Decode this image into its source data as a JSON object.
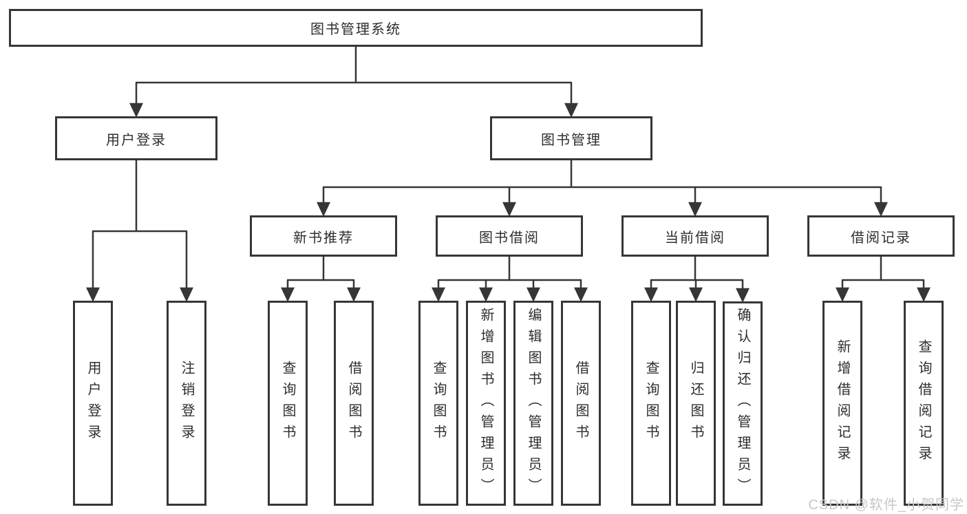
{
  "diagram_type": "hierarchy-tree",
  "tree": {
    "label": "图书管理系统",
    "children": [
      {
        "label": "用户登录",
        "children": [
          {
            "label": "用户登录"
          },
          {
            "label": "注销登录"
          }
        ]
      },
      {
        "label": "图书管理",
        "children": [
          {
            "label": "新书推荐",
            "children": [
              {
                "label": "查询图书"
              },
              {
                "label": "借阅图书"
              }
            ]
          },
          {
            "label": "图书借阅",
            "children": [
              {
                "label": "查询图书"
              },
              {
                "label": "新增图书（管理员）"
              },
              {
                "label": "编辑图书（管理员）"
              },
              {
                "label": "借阅图书"
              }
            ]
          },
          {
            "label": "当前借阅",
            "children": [
              {
                "label": "查询图书"
              },
              {
                "label": "归还图书"
              },
              {
                "label": "确认归还（管理员）"
              }
            ]
          },
          {
            "label": "借阅记录",
            "children": [
              {
                "label": "新增借阅记录"
              },
              {
                "label": "查询借阅记录"
              }
            ]
          }
        ]
      }
    ]
  },
  "watermark": {
    "text": "CSDN @软件_小贺同学"
  },
  "colors": {
    "line": "#363636",
    "box_border": "#363636",
    "box_fill": "#ffffff",
    "text": "#2e2e2e",
    "watermark": "#c7c7c7",
    "background": "#ffffff"
  }
}
